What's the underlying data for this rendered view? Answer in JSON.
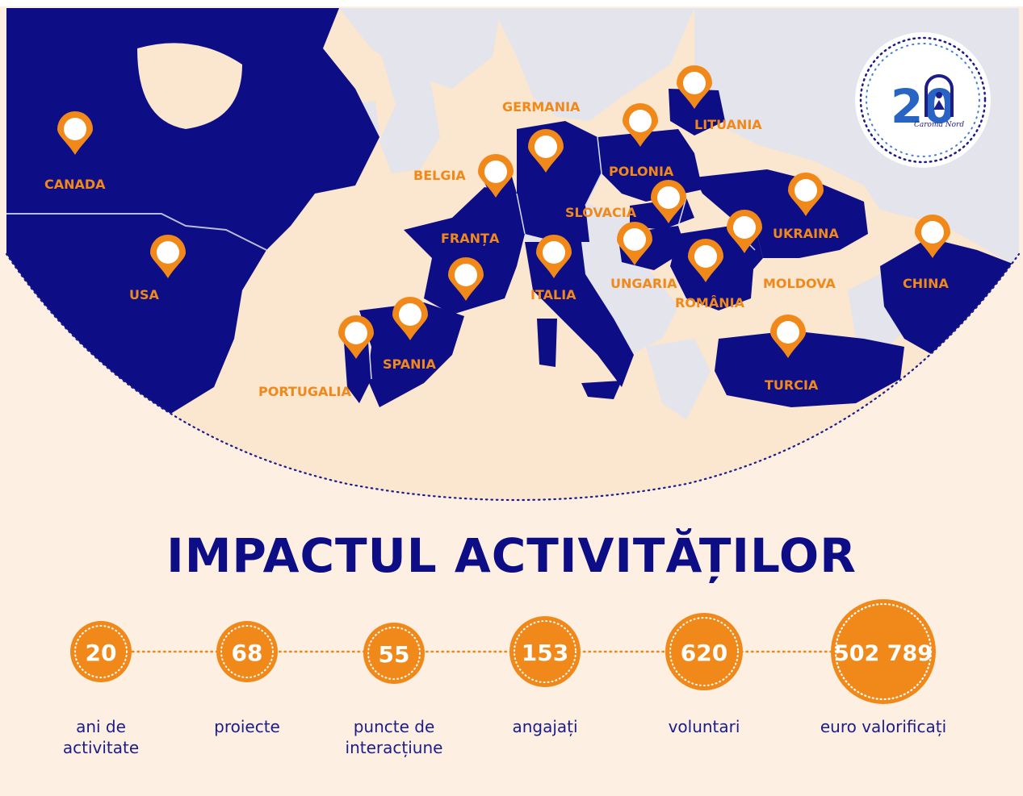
{
  "colors": {
    "background": "#fdf0e3",
    "land_highlight": "#0d0d85",
    "land_other": "#e3e4ec",
    "water_sea": "#fbe6cf",
    "accent_orange": "#f0891a",
    "text_navy": "#1c1c8a"
  },
  "map": {
    "countries": [
      {
        "id": "canada",
        "label": "CANADA"
      },
      {
        "id": "usa",
        "label": "USA"
      },
      {
        "id": "germania",
        "label": "GERMANIA"
      },
      {
        "id": "lituania",
        "label": "LITUANIA"
      },
      {
        "id": "belgia",
        "label": "BELGIA"
      },
      {
        "id": "polonia",
        "label": "POLONIA"
      },
      {
        "id": "slovacia",
        "label": "SLOVACIA"
      },
      {
        "id": "franta",
        "label": "FRANȚA"
      },
      {
        "id": "ukraina",
        "label": "UKRAINA"
      },
      {
        "id": "italia",
        "label": "ITALIA"
      },
      {
        "id": "ungaria",
        "label": "UNGARIA"
      },
      {
        "id": "moldova",
        "label": "MOLDOVA"
      },
      {
        "id": "china",
        "label": "CHINA"
      },
      {
        "id": "romania",
        "label": "ROMÂNIA"
      },
      {
        "id": "spania",
        "label": "SPANIA"
      },
      {
        "id": "portugalia",
        "label": "PORTUGALIA"
      },
      {
        "id": "turcia",
        "label": "TURCIA"
      }
    ]
  },
  "logo": {
    "number": "20",
    "brand": "Caroma Nord",
    "icon": "person-arch-icon"
  },
  "headline": "IMPACTUL ACTIVITĂȚILOR",
  "stats": [
    {
      "value": "20",
      "label_line1": "ani de",
      "label_line2": "activitate"
    },
    {
      "value": "68",
      "label_line1": "proiecte",
      "label_line2": ""
    },
    {
      "value": "55",
      "label_line1": "puncte de",
      "label_line2": "interacțiune"
    },
    {
      "value": "153",
      "label_line1": "angajați",
      "label_line2": ""
    },
    {
      "value": "620",
      "label_line1": "voluntari",
      "label_line2": ""
    },
    {
      "value": "502 789",
      "label_line1": "euro valorificați",
      "label_line2": ""
    }
  ]
}
